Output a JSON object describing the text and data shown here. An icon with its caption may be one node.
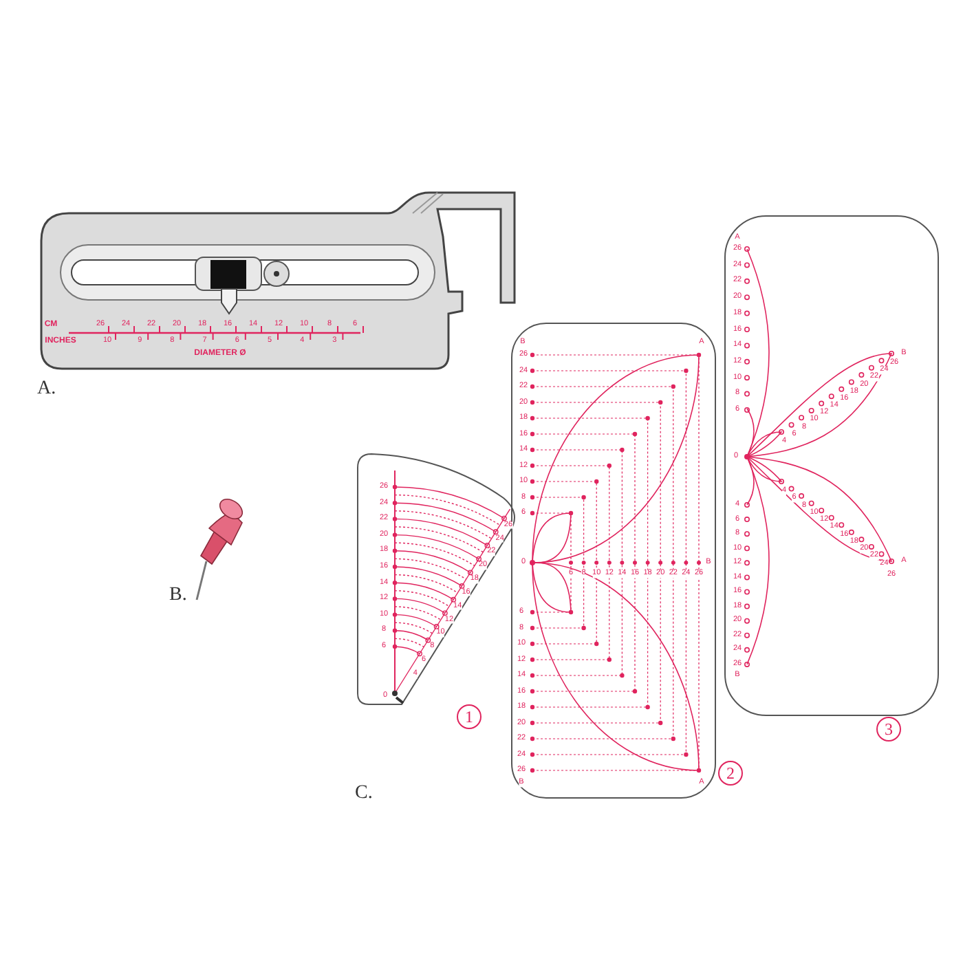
{
  "diagram": {
    "nodes": [
      {
        "text": [
          "CM",
          "26",
          "24",
          "22",
          "20",
          "18",
          "16",
          "14",
          "12",
          "10",
          "8",
          "6",
          "INCHES",
          "10",
          "9",
          "8",
          "7",
          "6",
          "5",
          "4",
          "3",
          "DIAMETER Ø"
        ]
      },
      {
        "text": [
          "26",
          "24",
          "22",
          "20",
          "18",
          "16",
          "14",
          "12",
          "10",
          "8",
          "6",
          "0",
          "4",
          "6",
          "8",
          "10",
          "12",
          "14",
          "16",
          "18",
          "20",
          "22",
          "24",
          "26"
        ],
        "beside": [
          "1"
        ]
      },
      {
        "text": [
          "B",
          "A",
          "26",
          "24",
          "22",
          "20",
          "18",
          "16",
          "14",
          "12",
          "10",
          "8",
          "6",
          "0",
          "6",
          "8",
          "10",
          "12",
          "14",
          "16",
          "18",
          "20",
          "22",
          "24",
          "26",
          "B",
          "6",
          "8",
          "10",
          "12",
          "14",
          "16",
          "18",
          "20",
          "22",
          "24",
          "26",
          "B",
          "A"
        ],
        "beside": [
          "2"
        ]
      },
      {
        "text": [
          "A",
          "26",
          "24",
          "22",
          "20",
          "18",
          "16",
          "14",
          "12",
          "10",
          "8",
          "6",
          "0",
          "4",
          "6",
          "8",
          "10",
          "12",
          "14",
          "16",
          "18",
          "20",
          "22",
          "24",
          "26",
          "B",
          "4",
          "6",
          "8",
          "10",
          "12",
          "14",
          "16",
          "18",
          "20",
          "22",
          "24",
          "A",
          "26",
          "4",
          "6",
          "8",
          "10",
          "12",
          "14",
          "16",
          "18",
          "20",
          "22",
          "24",
          "26",
          "B"
        ],
        "beside": [
          "3"
        ]
      }
    ],
    "labels": [
      "A.",
      "B.",
      "C."
    ]
  }
}
